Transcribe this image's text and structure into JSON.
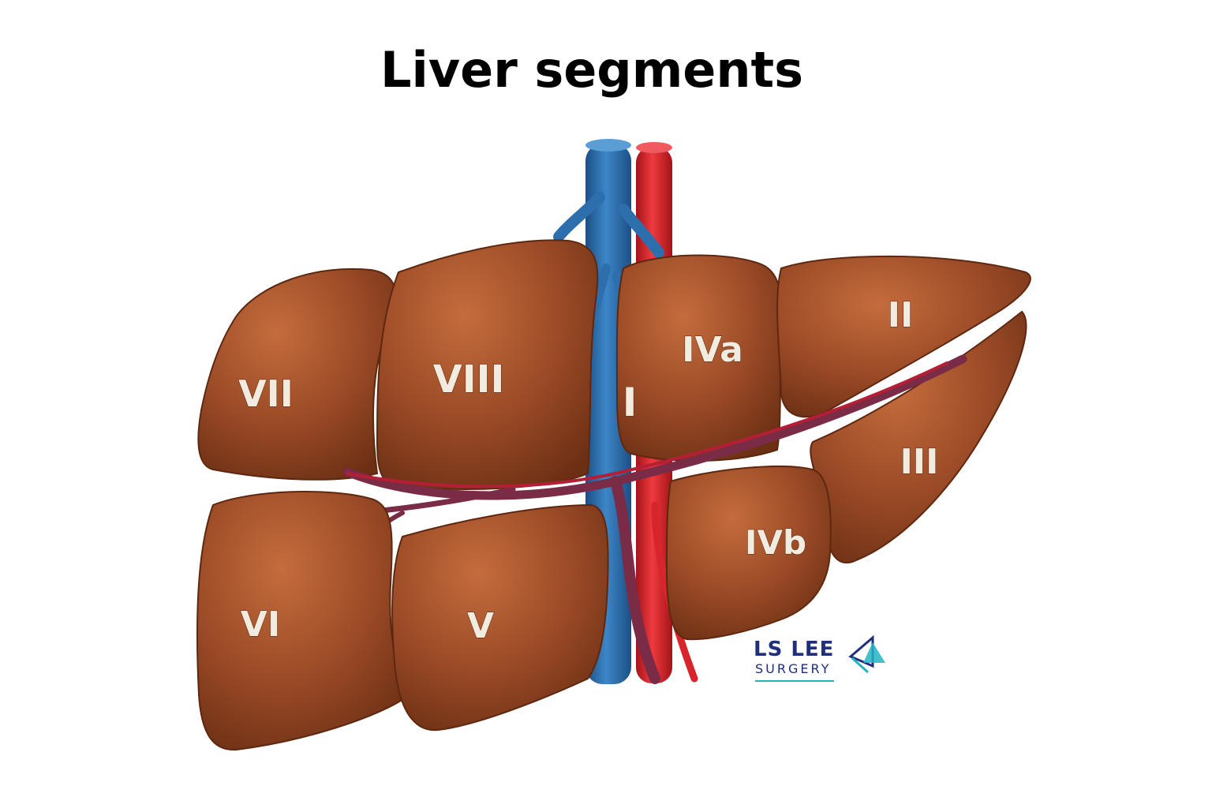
{
  "title": "Liver segments",
  "segments": [
    {
      "id": "VII",
      "label": "VII"
    },
    {
      "id": "VIII",
      "label": "VIII"
    },
    {
      "id": "I",
      "label": "I"
    },
    {
      "id": "IVa",
      "label": "IVa"
    },
    {
      "id": "II",
      "label": "II"
    },
    {
      "id": "III",
      "label": "III"
    },
    {
      "id": "IVb",
      "label": "IVb"
    },
    {
      "id": "VI",
      "label": "VI"
    },
    {
      "id": "V",
      "label": "V"
    }
  ],
  "logo": {
    "line1": "LS LEE",
    "line2": "SURGERY"
  },
  "colors": {
    "liver": "#9a4a26",
    "liver_highlight": "#c0683a",
    "liver_shadow": "#6b2f14",
    "vena_cava": "#2d6fad",
    "aorta": "#d8252c",
    "portal_vein": "#7a2b45",
    "logo_navy": "#1f2f7a",
    "logo_teal": "#25b3c4"
  }
}
